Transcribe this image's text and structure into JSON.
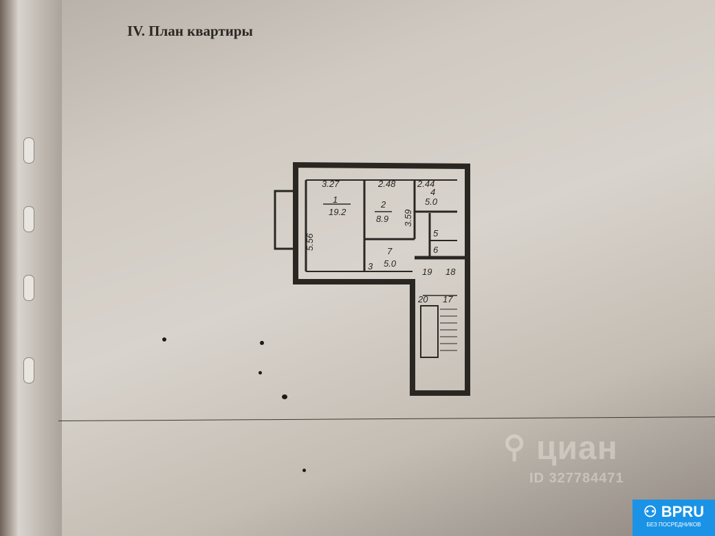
{
  "document": {
    "title": "IV.  План квартиры"
  },
  "floor_plan": {
    "rooms": [
      {
        "number": "1",
        "area": "19.2",
        "width": "3.27",
        "length": "5.56"
      },
      {
        "number": "2",
        "area": "8.9",
        "width": "2.48",
        "length": "3.59"
      },
      {
        "number": "4",
        "area": "5.0",
        "width": "2.44"
      },
      {
        "number": "5"
      },
      {
        "number": "6"
      },
      {
        "number": "7",
        "area": "5.0"
      },
      {
        "number": "3"
      },
      {
        "number": "19"
      },
      {
        "number": "18"
      },
      {
        "number": "20"
      },
      {
        "number": "17"
      }
    ]
  },
  "watermark": {
    "brand": "циан",
    "id": "ID 327784471"
  },
  "badge": {
    "logo": "BPRU",
    "subtitle": "БЕЗ ПОСРЕДНИКОВ",
    "color": "#1a93e6"
  }
}
